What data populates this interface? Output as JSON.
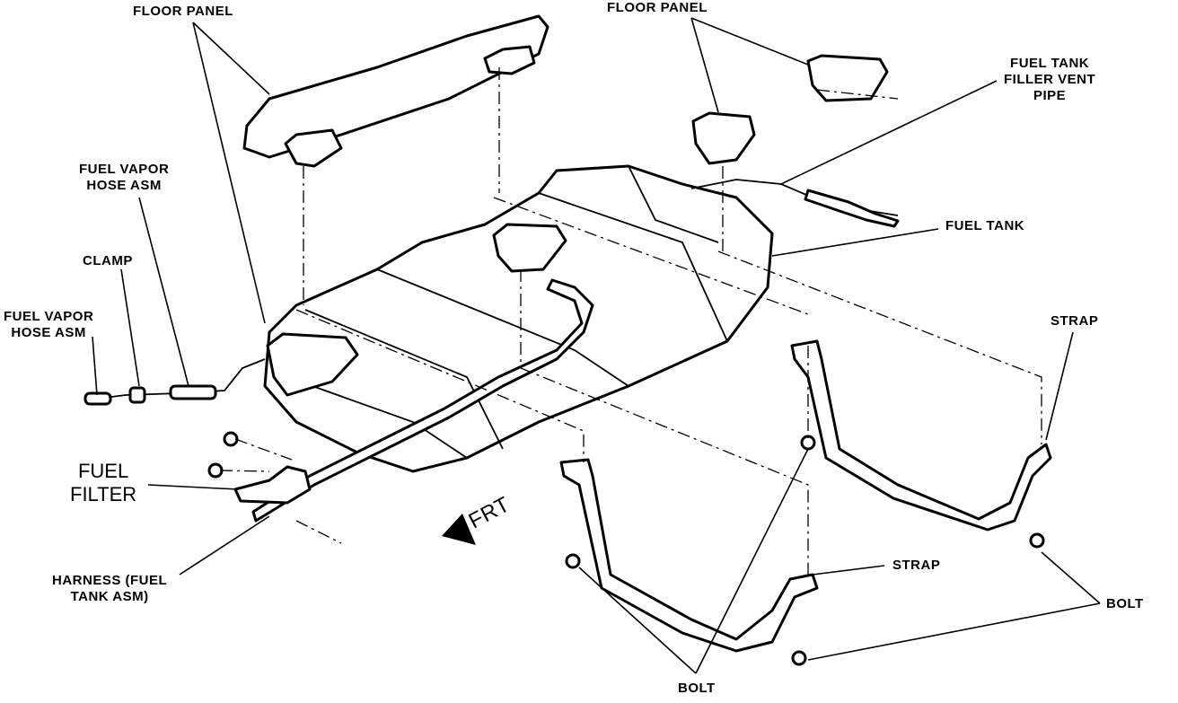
{
  "labels": {
    "floor_panel_left": "FLOOR PANEL",
    "floor_panel_right": "FLOOR PANEL",
    "fuel_tank_filler_vent_pipe": [
      "FUEL TANK",
      "FILLER VENT",
      "PIPE"
    ],
    "fuel_tank": "FUEL TANK",
    "fuel_vapor_hose_asm_upper": [
      "FUEL VAPOR",
      "HOSE ASM"
    ],
    "clamp": "CLAMP",
    "fuel_vapor_hose_asm_lower": [
      "FUEL VAPOR",
      "HOSE ASM"
    ],
    "strap_right": "STRAP",
    "strap_lower": "STRAP",
    "fuel_filter": [
      "FUEL",
      "FILTER"
    ],
    "frt": "FRT",
    "harness": [
      "HARNESS (FUEL",
      "TANK ASM)"
    ],
    "bolt_right": "BOLT",
    "bolt_bottom": "BOLT"
  }
}
